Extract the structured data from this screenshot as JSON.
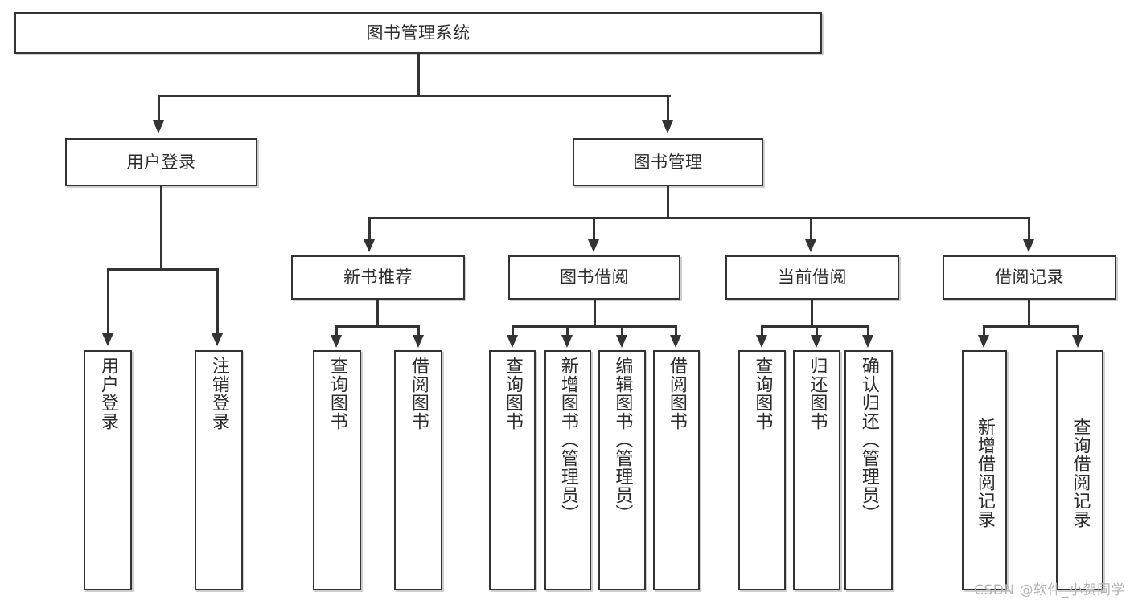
{
  "diagram": {
    "kind": "org-chart",
    "title": "图书管理系统",
    "watermark": "CSDN @软件_小贺同学",
    "colors": {
      "border": "#333333",
      "line": "#333333",
      "background": "#ffffff",
      "text": "#2b2b2b",
      "shadow": "#cfcfcf",
      "watermark": "#b4b4b4"
    }
  },
  "nodes": {
    "root": {
      "label": "图书管理系统"
    },
    "level2": [
      {
        "label": "用户登录"
      },
      {
        "label": "图书管理"
      }
    ],
    "level3": [
      {
        "label": "新书推荐"
      },
      {
        "label": "图书借阅"
      },
      {
        "label": "当前借阅"
      },
      {
        "label": "借阅记录"
      }
    ],
    "leaves": {
      "user_login": [
        {
          "label": "用户登录"
        },
        {
          "label": "注销登录"
        }
      ],
      "new_book_recommend": [
        {
          "label": "查询图书"
        },
        {
          "label": "借阅图书"
        }
      ],
      "book_borrow": [
        {
          "label": "查询图书"
        },
        {
          "label": "新增图书（管理员）"
        },
        {
          "label": "编辑图书（管理员）"
        },
        {
          "label": "借阅图书"
        }
      ],
      "current_borrow": [
        {
          "label": "查询图书"
        },
        {
          "label": "归还图书"
        },
        {
          "label": "确认归还（管理员）"
        }
      ],
      "borrow_record": [
        {
          "label": "新增借阅记录"
        },
        {
          "label": "查询借阅记录"
        }
      ]
    }
  }
}
